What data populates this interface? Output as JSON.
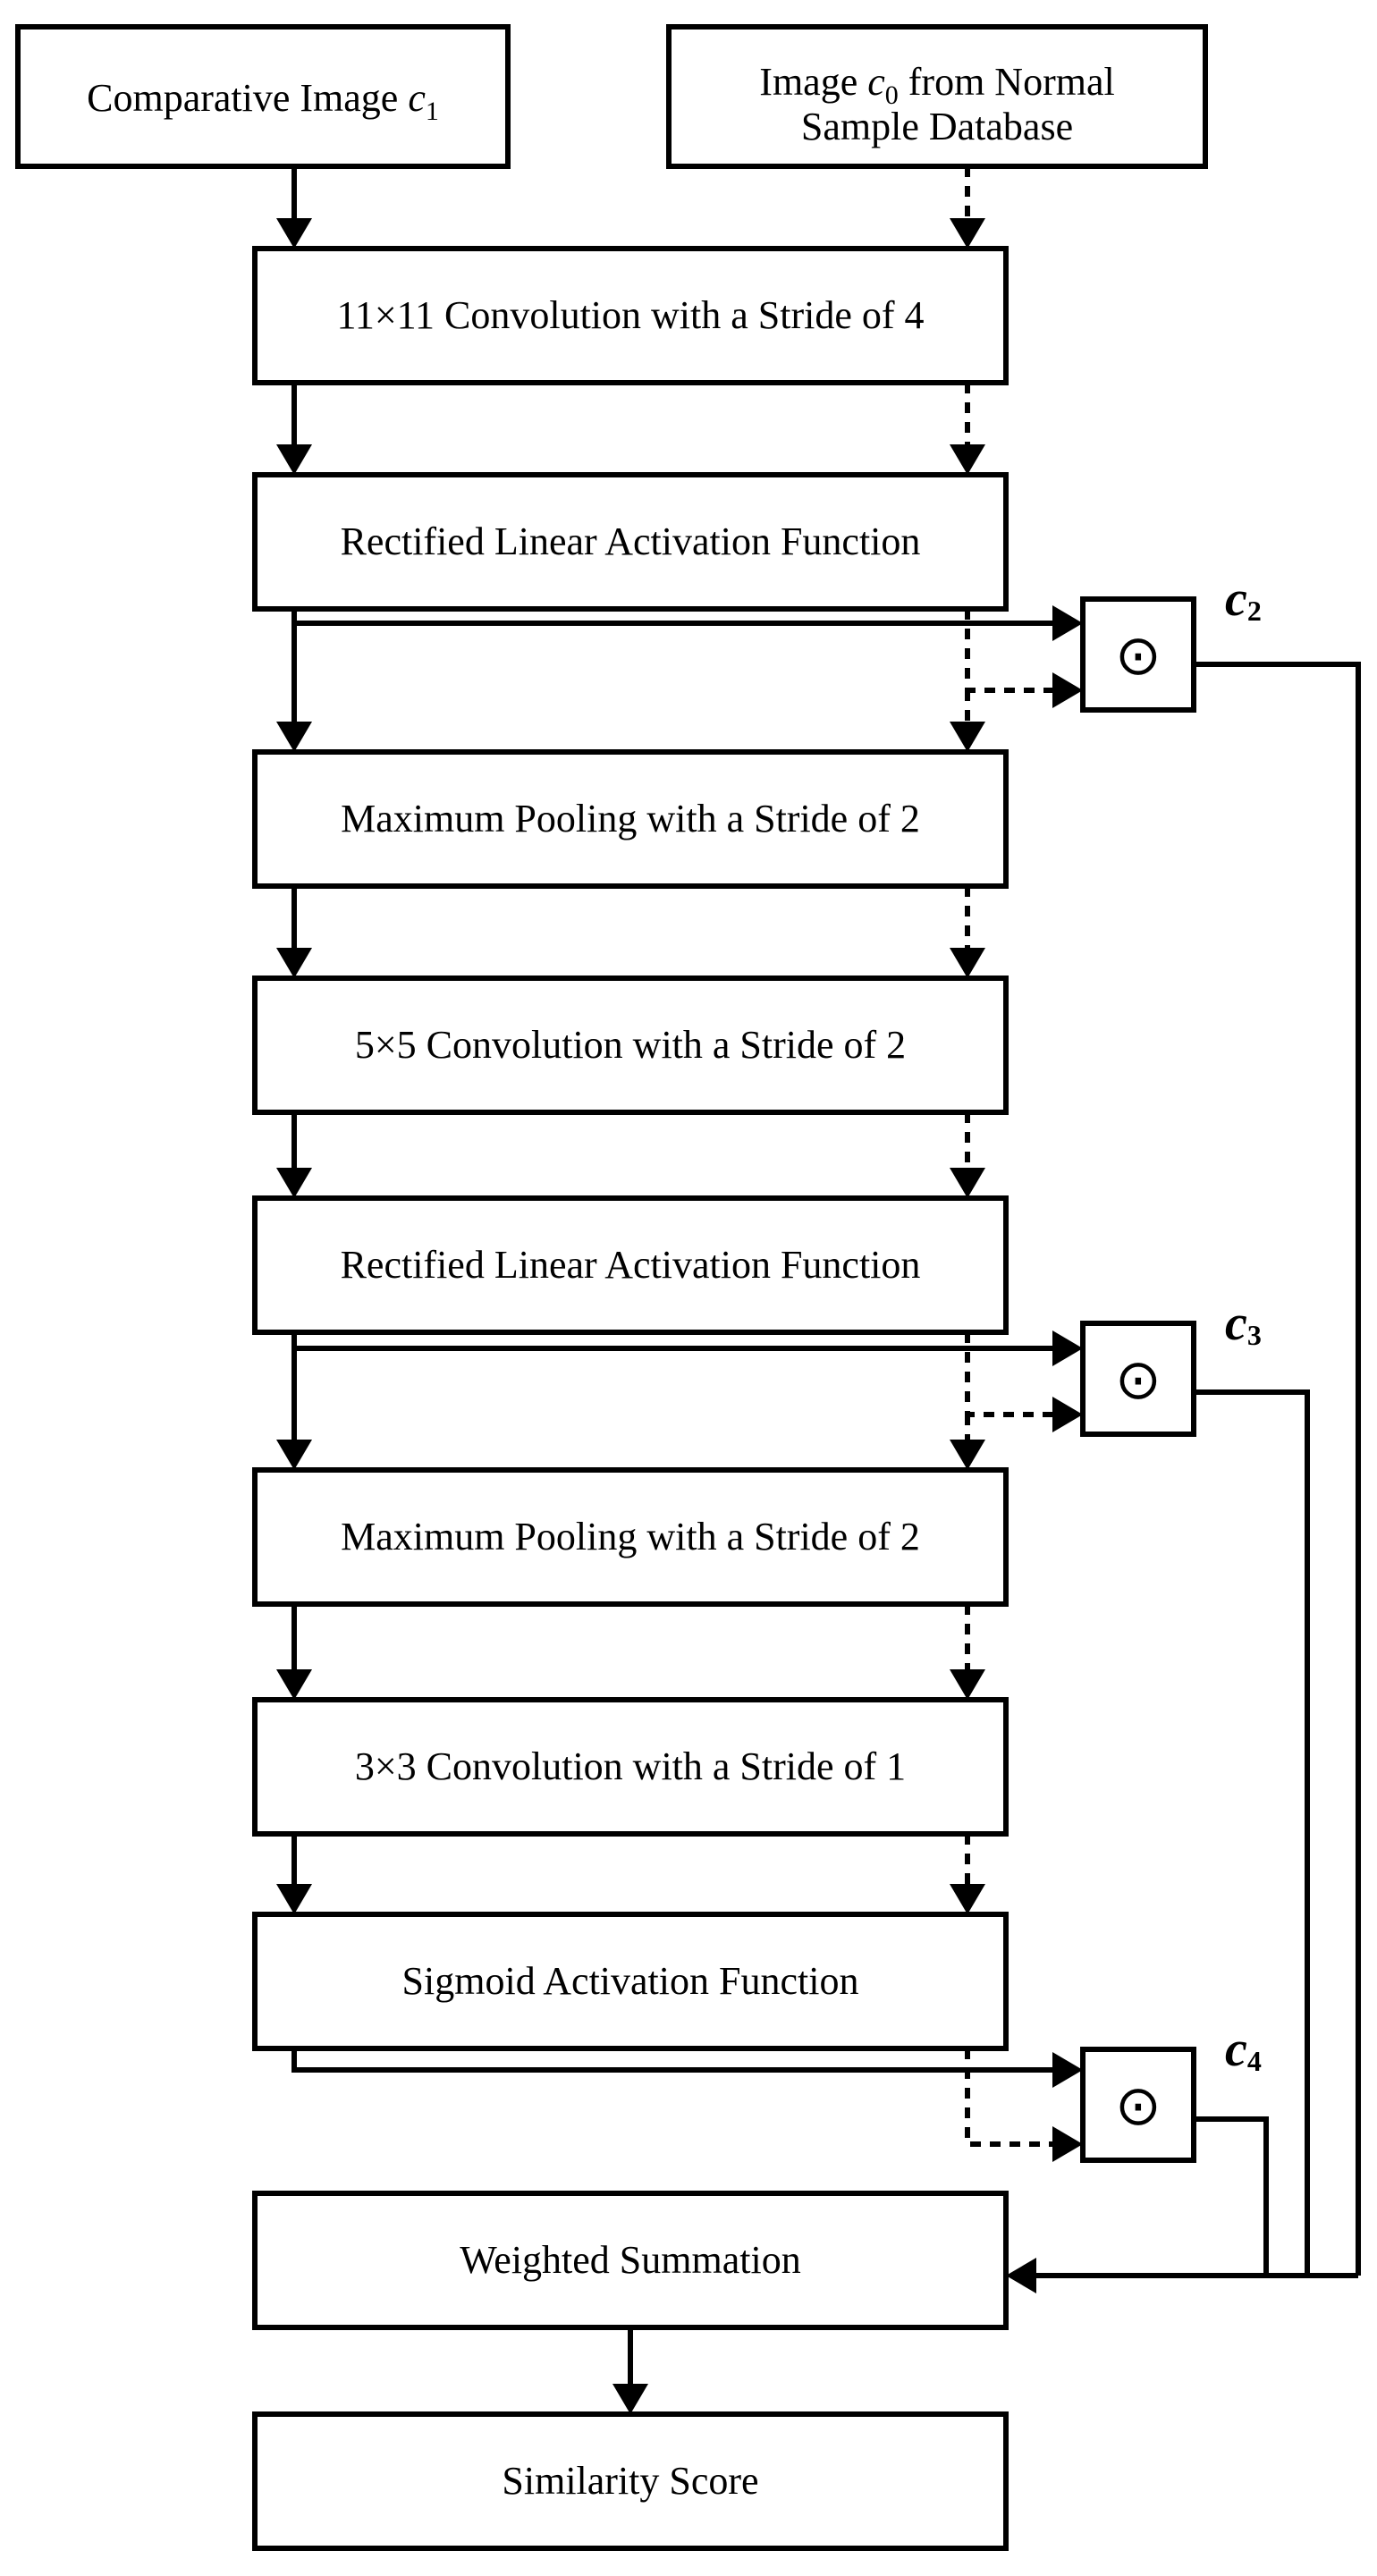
{
  "input_left": {
    "text": "Comparative Image ",
    "var": "c",
    "sub": "1"
  },
  "input_right": {
    "line1_prefix": "Image ",
    "var": "c",
    "sub": "0",
    "line1_suffix": " from Normal",
    "line2": "Sample Database"
  },
  "steps": [
    "11×11 Convolution with a Stride of 4",
    "Rectified Linear Activation Function",
    "Maximum Pooling with a Stride of 2",
    "5×5 Convolution with a Stride of 2",
    "Rectified Linear Activation Function",
    "Maximum Pooling with a Stride of 2",
    "3×3 Convolution with a Stride of 1",
    "Sigmoid Activation Function"
  ],
  "multipliers": [
    {
      "symbol": "⊙",
      "var": "c",
      "sub": "2"
    },
    {
      "symbol": "⊙",
      "var": "c",
      "sub": "3"
    },
    {
      "symbol": "⊙",
      "var": "c",
      "sub": "4"
    }
  ],
  "summation": "Weighted Summation",
  "output": "Similarity Score"
}
